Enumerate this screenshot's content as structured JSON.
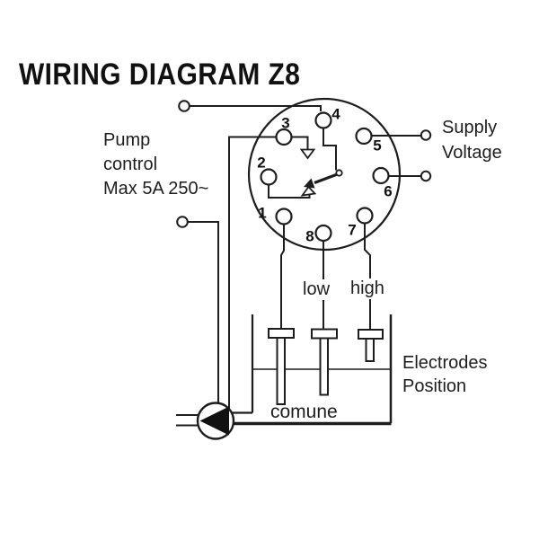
{
  "title": "WIRING DIAGRAM Z8",
  "labels": {
    "pump_control": "Pump\ncontrol\nMax 5A 250~",
    "supply_voltage": "Supply\nVoltage",
    "low": "low",
    "high": "high",
    "electrodes_position": "Electrodes\nPosition",
    "comune": "comune"
  },
  "relay": {
    "pin_labels": [
      "1",
      "2",
      "3",
      "4",
      "5",
      "6",
      "7",
      "8"
    ]
  },
  "colors": {
    "line": "#1d1d1d",
    "text": "#1d1d1d",
    "background": "#ffffff"
  }
}
